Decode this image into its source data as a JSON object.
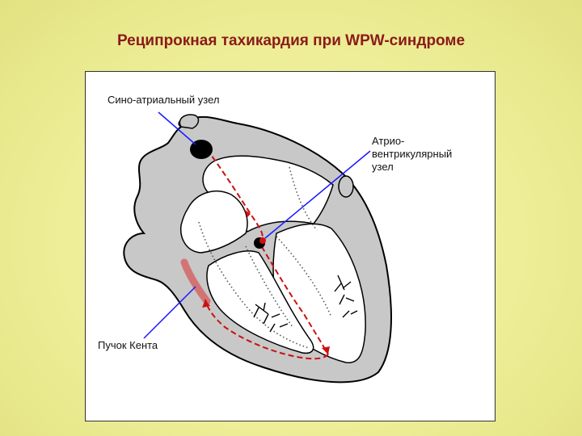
{
  "slide": {
    "title": "Реципрокная тахикардия при WPW-синдроме"
  },
  "diagram": {
    "labels": {
      "sa_node": "Сино-атриальный узел",
      "av_node_line1": "Атрио-",
      "av_node_line2": "вентрикулярный",
      "av_node_line3": "узел",
      "kent_bundle": "Пучок Кента"
    },
    "colors": {
      "heart_fill": "#c8c8c8",
      "pathway": "#cc1111",
      "kent_bundle": "#d46a6a",
      "pointer": "#1a1aff",
      "node": "#000000"
    }
  }
}
